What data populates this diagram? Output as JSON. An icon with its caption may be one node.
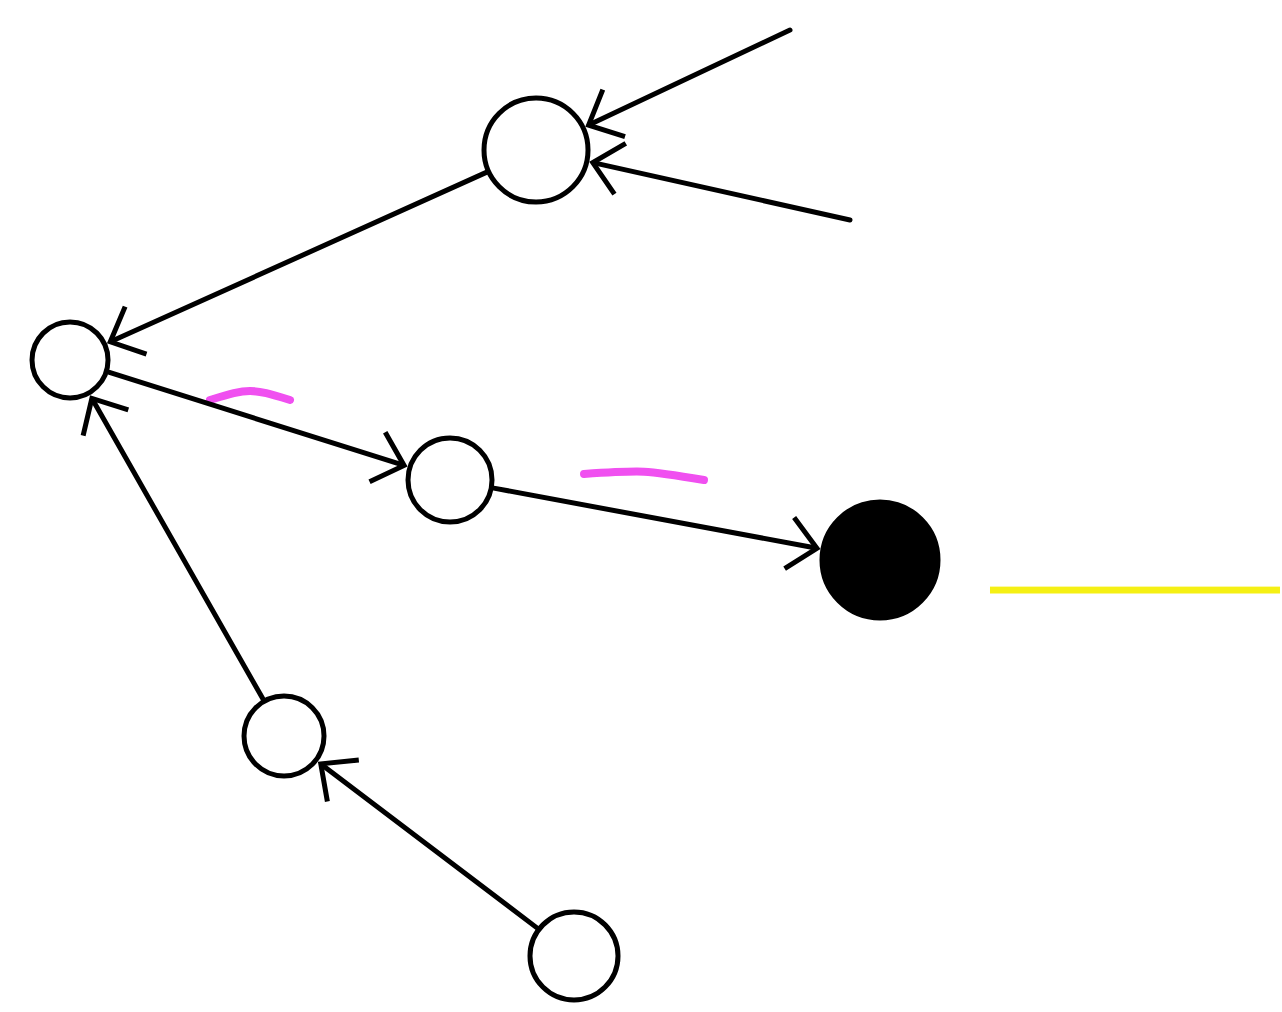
{
  "diagram": {
    "nodes": [
      {
        "text": [],
        "shape": "circle"
      },
      {
        "text": [],
        "shape": "circle"
      },
      {
        "text": [],
        "shape": "circle"
      },
      {
        "text": [],
        "shape": "dot"
      },
      {
        "text": [],
        "shape": "circle"
      },
      {
        "text": [],
        "shape": "circle"
      }
    ],
    "edges": [
      {
        "from": null,
        "to": 0,
        "arrow": "to"
      },
      {
        "from": null,
        "to": 0,
        "arrow": "to"
      },
      {
        "from": 0,
        "to": 1,
        "arrow": "to"
      },
      {
        "from": 1,
        "to": 2,
        "arrow": "to"
      },
      {
        "from": 2,
        "to": 3,
        "arrow": "to"
      },
      {
        "from": 4,
        "to": 1,
        "arrow": "to"
      },
      {
        "from": 5,
        "to": 4,
        "arrow": "to"
      }
    ]
  }
}
